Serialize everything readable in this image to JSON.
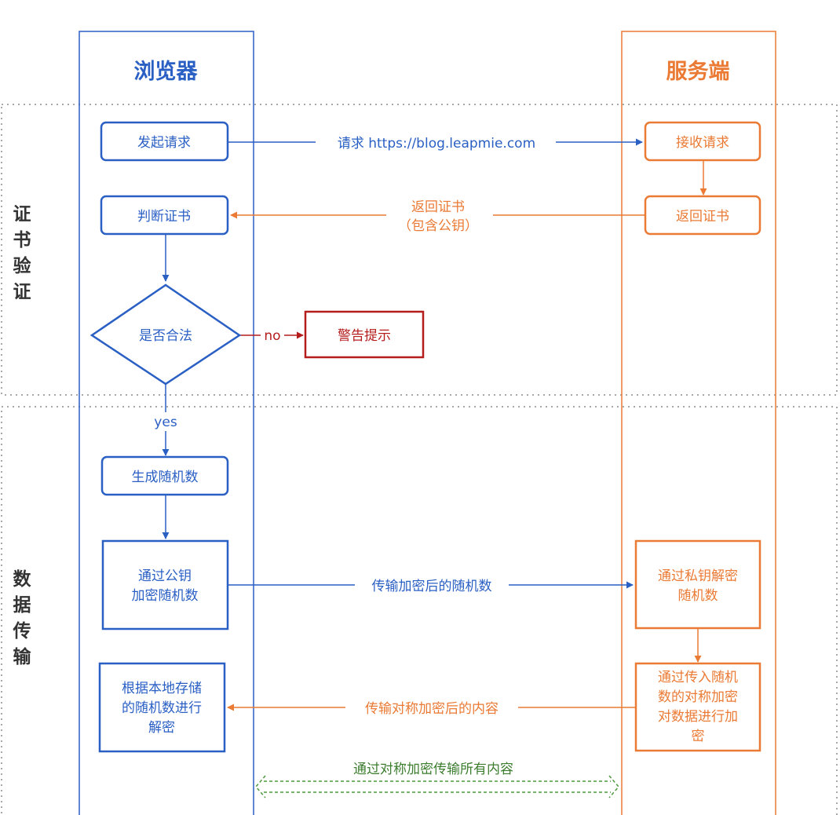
{
  "lanes": {
    "browser": "浏览器",
    "server": "服务端"
  },
  "sections": {
    "cert": [
      "证",
      "书",
      "验",
      "证"
    ],
    "data": [
      "数",
      "据",
      "传",
      "输"
    ]
  },
  "nodes": {
    "initiate_request": "发起请求",
    "judge_cert": "判断证书",
    "is_valid": "是否合法",
    "warning": "警告提示",
    "gen_random": "生成随机数",
    "encrypt_random": [
      "通过公钥",
      "加密随机数"
    ],
    "decrypt_content": [
      "根据本地存储",
      "的随机数进行",
      "解密"
    ],
    "receive_request": "接收请求",
    "return_cert": "返回证书",
    "decrypt_random": [
      "通过私钥解密",
      "随机数"
    ],
    "encrypt_content": [
      "通过传入随机",
      "数的对称加密",
      "对数据进行加",
      "密"
    ]
  },
  "edges": {
    "request_url": "请求 https://blog.leapmie.com",
    "return_cert": [
      "返回证书",
      "（包含公钥）"
    ],
    "no": "no",
    "yes": "yes",
    "send_random": "传输加密后的随机数",
    "send_content": "传输对称加密后的内容",
    "symmetric_all": "通过对称加密传输所有内容"
  },
  "colors": {
    "browser": "#2a5fc4",
    "server": "#ea7a34",
    "warning": "#b51d1d",
    "symmetric": "#4a9a3a",
    "section_border": "#a8a8a8"
  }
}
